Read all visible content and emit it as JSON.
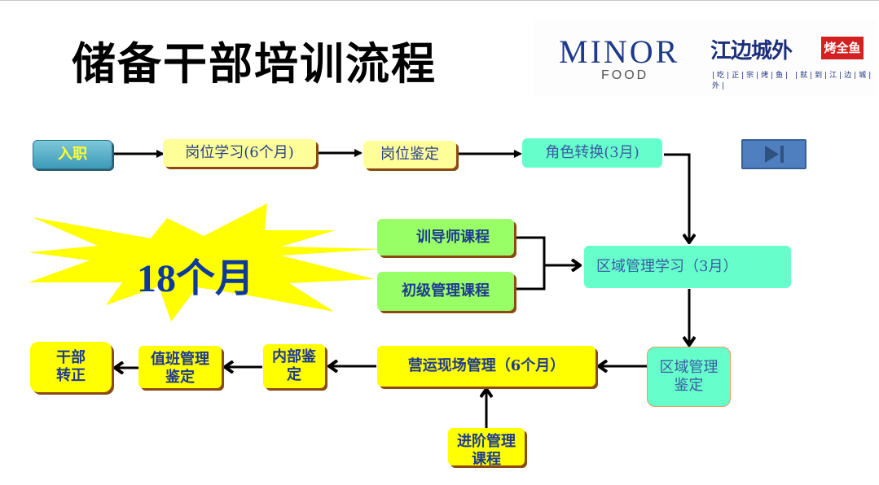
{
  "title": "储备干部培训流程",
  "logos": {
    "minor": "MINOR",
    "minor_sub": "FOOD",
    "jiangbian": "江边城外",
    "jiangbian_badge": "烤全鱼",
    "jiangbian_slogan": "|吃|正|宗|烤|鱼|  |就|到|江|边|城|外|"
  },
  "burst_label": "18个月",
  "nodes": {
    "entry": "入职",
    "post_study": "岗位学习(6个月)",
    "post_assess": "岗位鉴定",
    "role_transition": "角色转换(3月)",
    "trainer_course": "训导师课程",
    "junior_mgmt_course": "初级管理课程",
    "area_mgmt_study": "区域管理学习（3月）",
    "area_mgmt_assess": "区域管理鉴定",
    "ops_onsite_mgmt": "营运现场管理（6个月）",
    "advanced_mgmt_course": "进阶管理课程",
    "internal_assess": "内部鉴定",
    "shift_mgmt_assess": "值班管理鉴定",
    "cadre_confirm": "干部转正"
  },
  "next_button": "next-slide",
  "colors": {
    "yellow": "#ffff00",
    "light_yellow": "#ffff99",
    "green": "#99ff66",
    "teal": "#66ffcc",
    "text_blue": "#1f3a93",
    "nav_blue": "#4f7fbe"
  }
}
